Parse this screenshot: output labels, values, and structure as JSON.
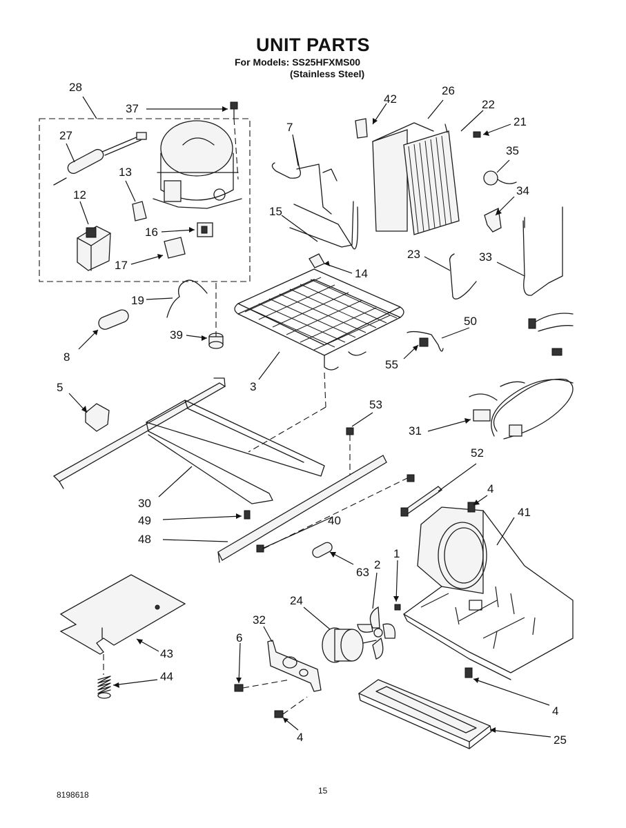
{
  "header": {
    "title": "UNIT PARTS",
    "models_line": "For Models: SS25HFXMS00",
    "finish_line": "(Stainless Steel)"
  },
  "footer": {
    "doc_number": "8198618",
    "page_number": "15"
  },
  "callouts": {
    "c28": "28",
    "c37": "37",
    "c27": "27",
    "c13": "13",
    "c12": "12",
    "c16": "16",
    "c17": "17",
    "c7": "7",
    "c15": "15",
    "c14": "14",
    "c19": "19",
    "c8": "8",
    "c39": "39",
    "c3": "3",
    "c42": "42",
    "c26": "26",
    "c22": "22",
    "c21": "21",
    "c35": "35",
    "c34": "34",
    "c23": "23",
    "c33": "33",
    "c50": "50",
    "c55": "55",
    "c31": "31",
    "c5": "5",
    "c53": "53",
    "c52": "52",
    "c30": "30",
    "c49": "49",
    "c48": "48",
    "c40": "40",
    "c4a": "4",
    "c41": "41",
    "c63": "63",
    "c2": "2",
    "c1": "1",
    "c24": "24",
    "c32": "32",
    "c6": "6",
    "c43": "43",
    "c44": "44",
    "c4b": "4",
    "c4c": "4",
    "c25": "25"
  }
}
